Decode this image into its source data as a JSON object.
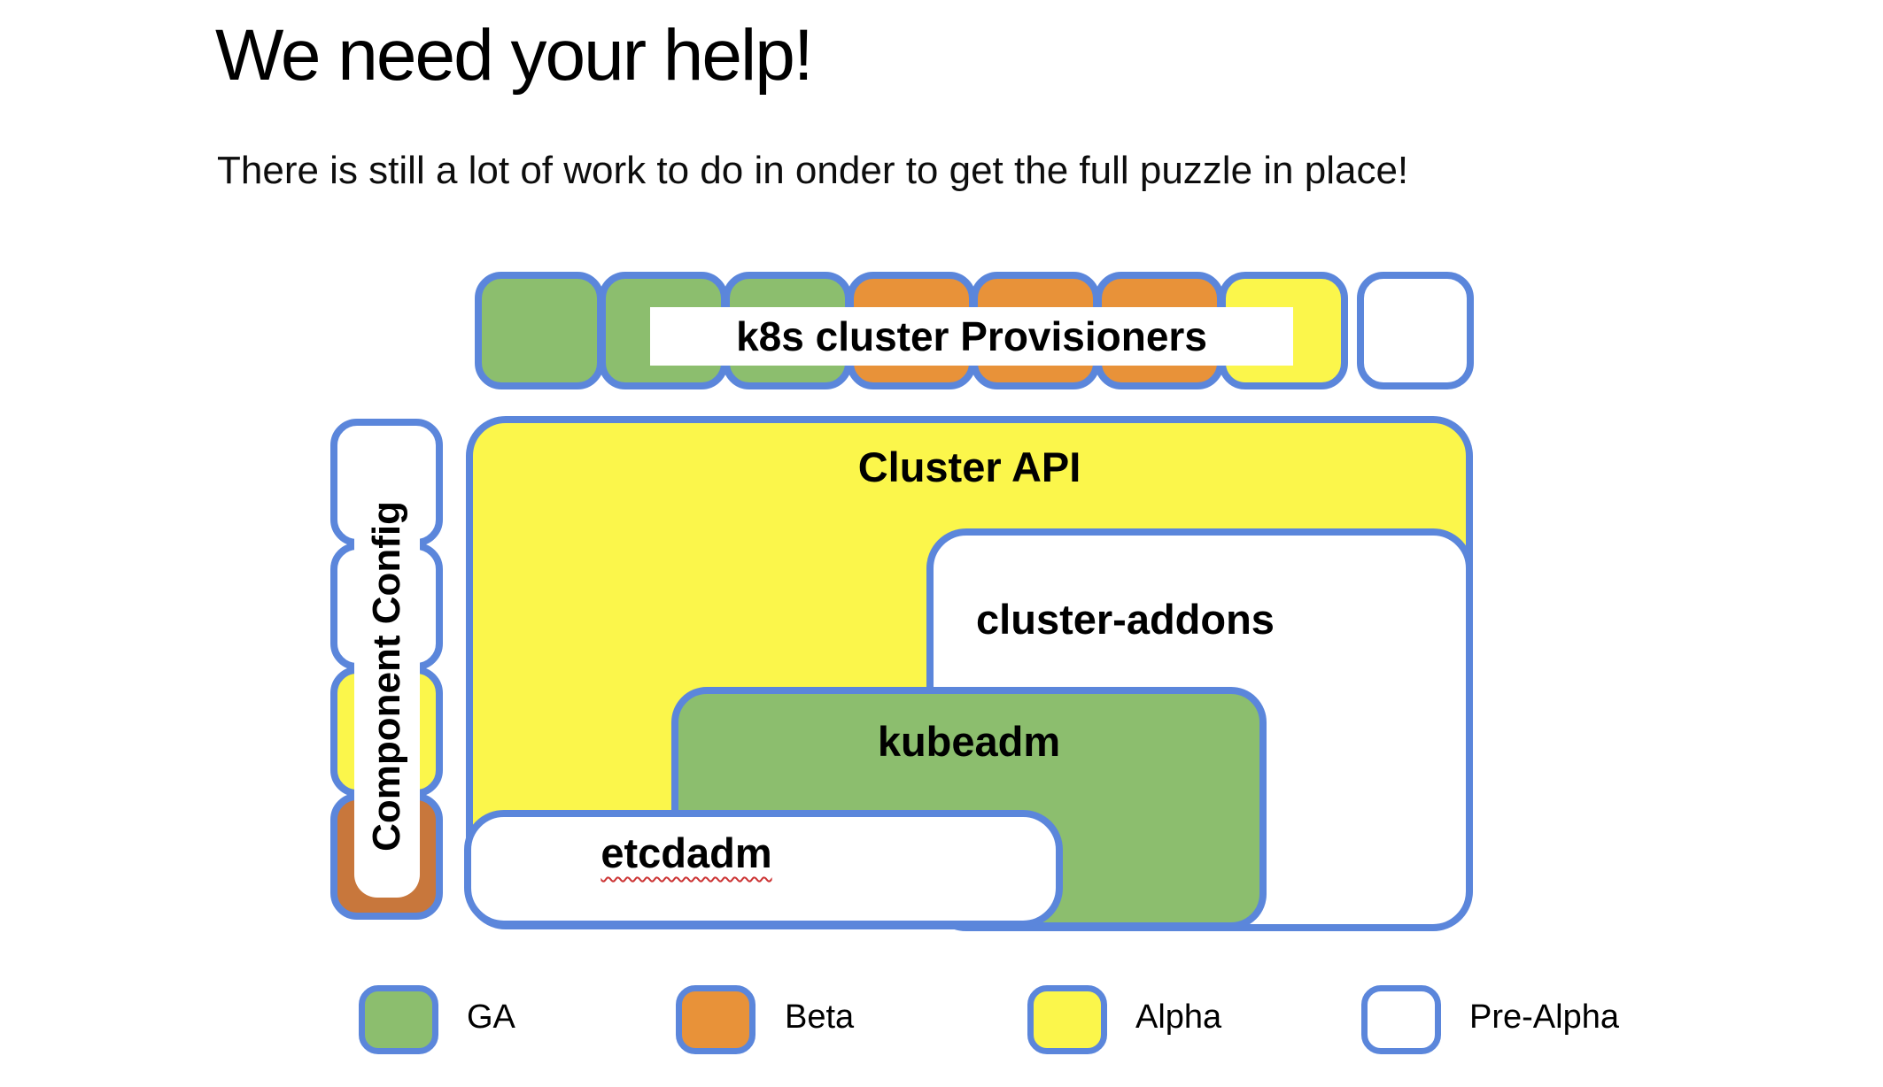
{
  "header": {
    "title": "We need your help!",
    "subtitle": "There is still a lot of work to do in onder to get the full puzzle in place!"
  },
  "diagram": {
    "provisioners_label": "k8s cluster Provisioners",
    "provisioner_squares": [
      "ga",
      "ga",
      "ga",
      "beta",
      "beta",
      "beta",
      "alpha",
      "pre-alpha"
    ],
    "component_config": {
      "label": "Component Config",
      "squares": [
        "pre-alpha",
        "pre-alpha",
        "alpha",
        "beta"
      ]
    },
    "boxes": {
      "cluster_api": {
        "label": "Cluster API",
        "status": "alpha"
      },
      "cluster_addons": {
        "label": "cluster-addons",
        "status": "pre-alpha"
      },
      "kubeadm": {
        "label": "kubeadm",
        "status": "ga"
      },
      "etcdadm": {
        "label": "etcdadm",
        "status": "pre-alpha",
        "spellcheck_underline": true
      }
    }
  },
  "legend": {
    "items": [
      {
        "label": "GA",
        "color": "#8cbe6e"
      },
      {
        "label": "Beta",
        "color": "#e89239"
      },
      {
        "label": "Alpha",
        "color": "#fbf64b"
      },
      {
        "label": "Pre-Alpha",
        "color": "#ffffff"
      }
    ]
  },
  "colors": {
    "ga_green": "#8cbe6e",
    "beta_orange": "#e89239",
    "beta_dark_orange": "#c8773c",
    "alpha_yellow": "#fbf64b",
    "pre_alpha_white": "#ffffff",
    "border_blue": "#5b86db",
    "text_black": "#000000",
    "spellcheck_red": "#cc3333"
  }
}
